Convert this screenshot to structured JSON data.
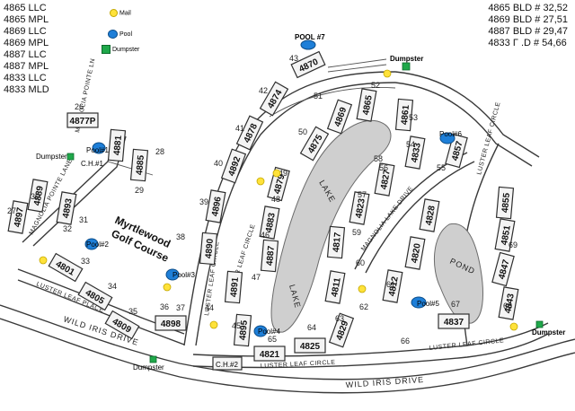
{
  "legend_left": [
    "4865 LLC",
    "4865 MPL",
    "4869 LLC",
    "4869 MPL",
    "4887 LLC",
    "4887 MPL",
    "4833 LLC",
    "4833 MLD"
  ],
  "legend_right": [
    "4865 BLD # 32,52",
    "4869 BLD # 27,51",
    "4887 BLD # 29,47",
    "4833 Γ .D # 54,66"
  ],
  "key": {
    "mail": "Mail",
    "pool": "Pool",
    "dumpster": "Dumpster"
  },
  "colors": {
    "pool": "#1e7fd8",
    "mail": "#ffe23a",
    "dumpster": "#1fa84a",
    "water": "#cfcfcf"
  },
  "roads": {
    "wild_iris_1": "WILD IRIS DRIVE",
    "wild_iris_2": "WILD IRIS DRIVE",
    "luster_leaf_circle_1": "LUSTER LEAF CIRCLE",
    "luster_leaf_circle_2": "LUSTER LEAF CIRCLE",
    "luster_leaf_circle_3": "LUSTER LEAF CIRCLE",
    "luster_leaf_circle_4": "LUSTER LEAF CIRCLE",
    "luster_leaf_circle_5": "LUSTER LEAF CIRCLE",
    "luster_leaf_place": "LUSTER LEAF PLACE",
    "magnolia_pointe_lane": "MAGNOLIA POINTE LANE",
    "magnolia_pointe_ln": "MAGNOLIA POINTE LN",
    "magnolia_lake_drive": "MAGNOLIA LAKE DRIVE"
  },
  "golf_course": [
    "Myrtlewood",
    "Golf Course"
  ],
  "water_labels": {
    "lake_1": "LAKE",
    "lake_2": "LAKE",
    "pond": "POND"
  },
  "pools": {
    "p1": "Pool#1",
    "p2": "Pool#2",
    "p3": "Pool#3",
    "p4": "Pool#4",
    "p5": "Pool#5",
    "p6": "Pool#6",
    "p7": "POOL #7"
  },
  "dumpster_labels": {
    "d1": "Dumpster",
    "d2": "Dumpster",
    "d3": "Dumpster",
    "d4": "Dumpster"
  },
  "clubhouses": {
    "ch1": "C.H.#1",
    "ch2": "C.H.#2"
  },
  "buildings": {
    "b4870": "4870",
    "b4874": "4874",
    "b4878": "4878",
    "b4892": "4892",
    "b4896": "4896",
    "b4890": "4890",
    "b4898": "4898",
    "b4891": "4891",
    "b4895": "4895",
    "b4821": "4821",
    "b4825": "4825",
    "b4829": "4829",
    "b4883": "4883",
    "b4879": "4879",
    "b4875": "4875",
    "b4869": "4869",
    "b4865": "4865",
    "b4861": "4861",
    "b4857": "4857",
    "b4833": "4833",
    "b4837": "4837",
    "b4843": "4843",
    "b4847": "4847",
    "b4855": "4855",
    "b4851": "4851",
    "b4828": "4828",
    "b4827": "4827",
    "b4823": "4823",
    "b4817": "4817",
    "b4811": "4811",
    "b4812": "4812",
    "b4820": "4820",
    "b4887": "4887",
    "b4877P": "4877P",
    "b4881": "4881",
    "b4885": "4885",
    "b4889": "4889",
    "b4893": "4893",
    "b4897": "4897",
    "b4801": "4801",
    "b4805": "4805",
    "b4809": "4809"
  },
  "lots": {
    "l43": "43",
    "l42": "42",
    "l41": "41",
    "l40": "40",
    "l39": "39",
    "l38": "38",
    "l37": "37",
    "l36": "36",
    "l35": "35",
    "l34": "34",
    "l33": "33",
    "l32": "32",
    "l31": "31",
    "l30": "30",
    "l29": "29",
    "l28": "28",
    "l27": "27",
    "l26": "26",
    "l44": "44",
    "l45": "45",
    "l46": "46",
    "l47": "47",
    "l48": "48",
    "l49": "49",
    "l50": "50",
    "l51": "51",
    "l52": "52",
    "l53": "53",
    "l54": "54",
    "l55": "55",
    "l56": "56",
    "l57": "57",
    "l58": "58",
    "l59": "59",
    "l60": "60",
    "l61": "61",
    "l62": "62",
    "l63": "63",
    "l64": "64",
    "l65": "65",
    "l66": "66",
    "l67": "67",
    "l68": "68",
    "l69": "69"
  }
}
